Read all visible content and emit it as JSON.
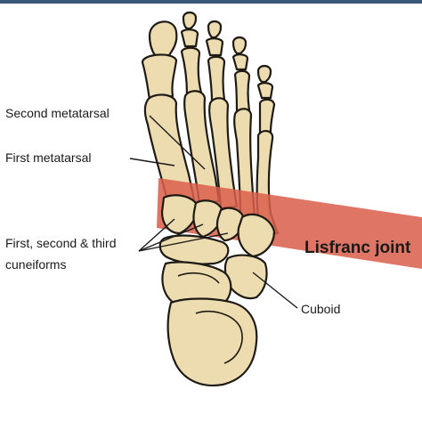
{
  "labels": {
    "second_metatarsal": "Second metatarsal",
    "first_metatarsal": "First metatarsal",
    "cuneiforms_line1": "First, second & third",
    "cuneiforms_line2": "cuneiforms",
    "cuboid": "Cuboid",
    "lisfranc_joint": "Lisfranc joint"
  },
  "colors": {
    "bone_fill": "#eddcb0",
    "bone_stroke": "#1e1a14",
    "joint_band": "#d95e4a",
    "joint_band_highlight": "#c8483a",
    "top_bar": "#3b5a7a"
  }
}
